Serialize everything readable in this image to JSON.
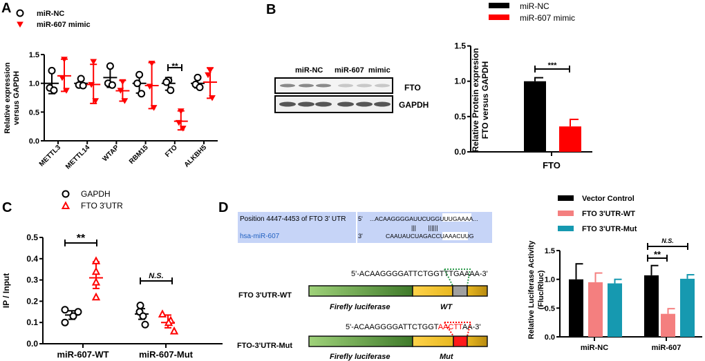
{
  "panel_labels": {
    "a": "A",
    "b": "B",
    "c": "C",
    "d": "D"
  },
  "colors": {
    "black": "#000000",
    "red": "#ff0000",
    "pink": "#f47f7f",
    "teal": "#1699b0",
    "seqbox": "#c6d4f7",
    "mirlink": "#2060c0",
    "green": "#4f8f2f",
    "yellow": "#f4c430",
    "gray": "#a0a0a0"
  },
  "blot": {
    "lane_groups": [
      "miR-NC",
      "miR-607  mimic"
    ],
    "bands": [
      "FTO",
      "GAPDH"
    ]
  },
  "sequence": {
    "utr_label": "Position 4447-4453 of FTO 3' UTR",
    "mir_label": "hsa-miR-607",
    "utr_end": "5'",
    "utr_seq": "...ACAAGGGGAUUCUGGUUUGAAAA...",
    "pairs": "|||       ||||||",
    "mir_end": "3'",
    "mir_seq": "CAAUAUCUAGACCUAAACUUG"
  },
  "constructs": [
    {
      "name": "FTO 3'UTR-WT",
      "seq_prefix": "5'-ACAAGGGGATTCTGG",
      "seq_site": "TTTGA",
      "seq_suffix": "AAA-3'",
      "segment1": "Firefly luciferase",
      "segment2": "WT"
    },
    {
      "name": "FTO-3'UTR-Mut",
      "seq_prefix": "5'-ACAAGGGGATTCTGGT",
      "seq_site": "AACTT",
      "seq_suffix": "AA-3'",
      "segment1": "Firefly luciferase",
      "segment2": "Mut"
    }
  ],
  "chart_data": [
    {
      "panel": "A",
      "type": "scatter",
      "ylabel": [
        "Relative expression",
        "versus GAPDH"
      ],
      "ylim": [
        0,
        1.5
      ],
      "yticks": [
        0,
        0.5,
        1,
        1.5
      ],
      "ytick_labels": [
        "0.0",
        "0.5",
        "1.0",
        "1.5"
      ],
      "categories": [
        "METTL3",
        "METTL14",
        "WTAP",
        "RBM15",
        "FTO",
        "ALKBH5"
      ],
      "legend": "top-left",
      "series": [
        {
          "name": "miR-NC",
          "marker": "circle",
          "color": "#000000",
          "points": [
            [
              1.22,
              0.92,
              0.88
            ],
            [
              1.08,
              0.97,
              0.96
            ],
            [
              1.3,
              1.0,
              0.97
            ],
            [
              1.15,
              1.0,
              0.82
            ],
            [
              1.05,
              1.02,
              0.88
            ],
            [
              1.1,
              0.98,
              0.93
            ]
          ],
          "mean": [
            1.0,
            1.0,
            1.1,
            1.0,
            1.0,
            1.0
          ],
          "error": [
            [
              0.82,
              1.2
            ],
            [
              0.94,
              1.06
            ],
            [
              0.93,
              1.3
            ],
            [
              0.83,
              1.17
            ],
            [
              0.88,
              1.1
            ],
            [
              0.92,
              1.08
            ]
          ]
        },
        {
          "name": "miR-607 mimic",
          "marker": "triangle-down",
          "color": "#ff0000",
          "points": [
            [
              1.42,
              1.1,
              0.88
            ],
            [
              1.38,
              0.98,
              0.7
            ],
            [
              1.03,
              0.88,
              0.7
            ],
            [
              1.35,
              0.95,
              0.58
            ],
            [
              0.52,
              0.32,
              0.22
            ],
            [
              1.23,
              1.15,
              0.75
            ]
          ],
          "mean": [
            1.13,
            0.98,
            0.87,
            0.96,
            0.34,
            1.02
          ],
          "error": [
            [
              0.86,
              1.42
            ],
            [
              0.65,
              1.33
            ],
            [
              0.69,
              1.05
            ],
            [
              0.56,
              1.36
            ],
            [
              0.19,
              0.52
            ],
            [
              0.74,
              1.27
            ]
          ]
        }
      ],
      "annotations": [
        {
          "text": "**",
          "category": "FTO"
        }
      ]
    },
    {
      "panel": "B",
      "type": "bar",
      "ylabel": [
        "Relative Protein expresion",
        "FTO versus GAPDH"
      ],
      "ylim": [
        0,
        1.5
      ],
      "yticks": [
        0,
        0.5,
        1,
        1.5
      ],
      "ytick_labels": [
        "0.0",
        "0.5",
        "1.0",
        "1.5"
      ],
      "categories": [
        "FTO"
      ],
      "legend": "top",
      "series": [
        {
          "name": "miR-NC",
          "color": "#000000",
          "values": [
            1.0
          ],
          "error_hi": [
            1.05
          ]
        },
        {
          "name": "miR-607 mimic",
          "color": "#ff0000",
          "values": [
            0.36
          ],
          "error_hi": [
            0.46
          ]
        }
      ],
      "annotations": [
        {
          "text": "***"
        }
      ]
    },
    {
      "panel": "C",
      "type": "scatter",
      "ylabel": "IP / Input",
      "ylim": [
        0,
        0.5
      ],
      "yticks": [
        0,
        0.1,
        0.2,
        0.3,
        0.4,
        0.5
      ],
      "ytick_labels": [
        "0.0",
        "0.1",
        "0.2",
        "0.3",
        "0.4",
        "0.5"
      ],
      "categories": [
        "miR-607-WT",
        "miR-607-Mut"
      ],
      "legend": "top",
      "series": [
        {
          "name": "GAPDH",
          "marker": "circle",
          "color": "#000000",
          "points": [
            [
              0.16,
              0.1,
              0.13,
              0.15
            ],
            [
              0.18,
              0.15,
              0.13,
              0.09
            ]
          ],
          "mean": [
            0.135,
            0.14
          ],
          "error": [
            [
              0.115,
              0.155
            ],
            [
              0.115,
              0.165
            ]
          ]
        },
        {
          "name": "FTO 3'UTR",
          "marker": "triangle-up",
          "color": "#ff0000",
          "points": [
            [
              0.39,
              0.34,
              0.29,
              0.22
            ],
            [
              0.14,
              0.11,
              0.1,
              0.06
            ]
          ],
          "mean": [
            0.31,
            0.1
          ],
          "error": [
            [
              0.26,
              0.385
            ],
            [
              0.075,
              0.135
            ]
          ]
        }
      ],
      "annotations": [
        {
          "text": "**",
          "category": "miR-607-WT"
        },
        {
          "text": "N.S.",
          "category": "miR-607-Mut"
        }
      ]
    },
    {
      "panel": "D",
      "type": "bar",
      "ylabel": [
        "Relative Luciferase Activity",
        "(Fluc/Rluc)"
      ],
      "ylim": [
        0,
        1.5
      ],
      "yticks": [
        0,
        0.5,
        1,
        1.5
      ],
      "ytick_labels": [
        "0.0",
        "0.5",
        "1.0",
        "1.5"
      ],
      "categories": [
        "miR-NC",
        "miR-607"
      ],
      "legend": "top",
      "series": [
        {
          "name": "Vector Control",
          "color": "#000000",
          "values": [
            1.0,
            1.07
          ],
          "error_hi": [
            1.27,
            1.24
          ]
        },
        {
          "name": "FTO 3'UTR-WT",
          "color": "#f47f7f",
          "values": [
            0.95,
            0.4
          ],
          "error_hi": [
            1.11,
            0.49
          ]
        },
        {
          "name": "FTO 3'UTR-Mut",
          "color": "#1699b0",
          "values": [
            0.93,
            1.01
          ],
          "error_hi": [
            1.0,
            1.08
          ]
        }
      ],
      "annotations": [
        {
          "text": "**",
          "category": "miR-607"
        },
        {
          "text": "N.S.",
          "category": "miR-607"
        }
      ]
    }
  ]
}
